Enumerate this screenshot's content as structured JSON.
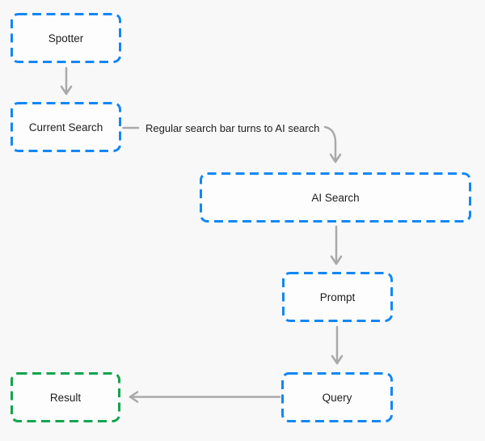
{
  "diagram": {
    "title": "search-flowchart",
    "nodes": {
      "spotter": {
        "label": "Spotter",
        "border": "blue"
      },
      "current_search": {
        "label": "Current Search",
        "border": "blue"
      },
      "ai_search": {
        "label": "AI Search",
        "border": "blue"
      },
      "prompt": {
        "label": "Prompt",
        "border": "blue"
      },
      "query": {
        "label": "Query",
        "border": "blue"
      },
      "result": {
        "label": "Result",
        "border": "green"
      }
    },
    "edges": [
      {
        "from": "spotter",
        "to": "current_search"
      },
      {
        "from": "current_search",
        "to": "ai_search",
        "label": "Regular search bar turns to AI search"
      },
      {
        "from": "ai_search",
        "to": "prompt"
      },
      {
        "from": "prompt",
        "to": "query"
      },
      {
        "from": "query",
        "to": "result"
      }
    ],
    "colors": {
      "blue_border": "#1287f5",
      "green_border": "#14a44f",
      "arrow": "#a9a9a9",
      "label_text": "#1d1d1f",
      "canvas_background": "#f8f8f8",
      "node_fill": "#fdfdfd"
    }
  }
}
